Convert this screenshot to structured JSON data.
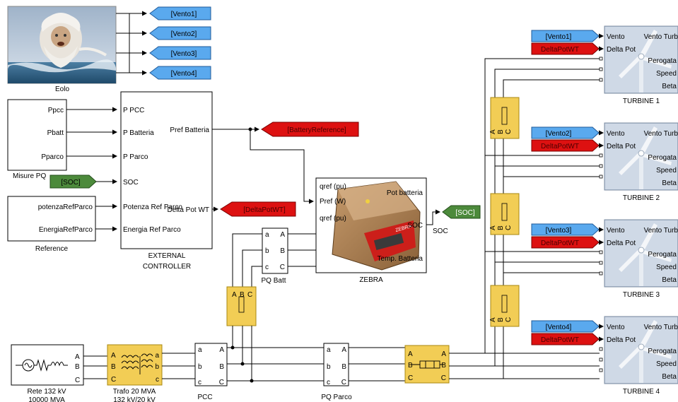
{
  "colors": {
    "goto_blue": "#5aa9ee",
    "goto_red": "#dd1111",
    "goto_green": "#4c8a3b",
    "block_yellow": "#f2cd55",
    "block_yellow_border": "#a88812",
    "wire": "#000000"
  },
  "icons": {
    "eolo": "aeolus-wind-god-image-icon",
    "zebra": "zebra-battery-image-icon",
    "turbine": "wind-turbine-image-icon",
    "source": "ac-voltage-source-icon",
    "transformer": "three-phase-transformer-icon",
    "breaker": "three-phase-breaker-icon",
    "pi_line": "pi-section-line-icon"
  },
  "eolo": {
    "label": "Eolo",
    "gotos": [
      "[Vento1]",
      "[Vento2]",
      "[Vento3]",
      "[Vento4]"
    ]
  },
  "misure": {
    "label": "Misure PQ",
    "ports": [
      "Ppcc",
      "Pbatt",
      "Pparco"
    ]
  },
  "soc_from": "[SOC]",
  "reference": {
    "label": "Reference",
    "ports": [
      "potenzaRefParco",
      "EnergiaRefParco"
    ]
  },
  "controller": {
    "label_line1": "EXTERNAL",
    "label_line2": "CONTROLLER",
    "inputs": [
      "P PCC",
      "P Batteria",
      "P Parco",
      "SOC",
      "Potenza Ref Parco",
      "Energia Ref Parco"
    ],
    "outputs": [
      "Pref Batteria",
      "Delta Pot WT"
    ]
  },
  "battery_goto": "[BatteryReference]",
  "delta_goto": "[DeltaPotWT]",
  "zebra": {
    "label": "ZEBRA",
    "inputs": [
      "qref (pu)",
      "Pref (W)",
      "qref (pu)"
    ],
    "outputs": [
      "Pot batteria",
      "SOC",
      "Temp. Batteria"
    ],
    "soc_line_label": "SOC",
    "soc_goto": "[SOC]"
  },
  "pq_batt": {
    "label": "PQ Batt",
    "left": [
      "a",
      "b",
      "c"
    ],
    "right": [
      "A",
      "B",
      "C"
    ]
  },
  "pcc": {
    "label": "PCC",
    "left": [
      "a",
      "b",
      "c"
    ],
    "right": [
      "A",
      "B",
      "C"
    ]
  },
  "pq_parco": {
    "label": "PQ Parco",
    "left": [
      "a",
      "b",
      "c"
    ],
    "right": [
      "A",
      "B",
      "C"
    ]
  },
  "source": {
    "label_line1": "Rete 132 kV",
    "label_line2": "10000 MVA",
    "ports": [
      "A",
      "B",
      "C"
    ]
  },
  "trafo": {
    "label_line1": "Trafo 20 MVA",
    "label_line2": "132 kV/20 kV",
    "left": [
      "A",
      "B",
      "C"
    ],
    "right": [
      "a",
      "b",
      "c"
    ]
  },
  "line": {
    "left": [
      "A",
      "B",
      "C"
    ],
    "right": [
      "A",
      "B",
      "C"
    ]
  },
  "breaker_labels": [
    "A",
    "B",
    "C"
  ],
  "turbine_ports": [
    "Vento Turb",
    "Delta Pot",
    "Perogata",
    "Speed",
    "Beta"
  ],
  "turbine_pre_label": "Vento",
  "turbines": [
    {
      "label": "TURBINE 1",
      "vento": "[Vento1]",
      "delta": "DeltaPotWT"
    },
    {
      "label": "TURBINE 2",
      "vento": "[Vento2]",
      "delta": "DeltaPotWT"
    },
    {
      "label": "TURBINE 3",
      "vento": "[Vento3]",
      "delta": "DeltaPotWT"
    },
    {
      "label": "TURBINE 4",
      "vento": "[Vento4]",
      "delta": "DeltaPotWT"
    }
  ]
}
